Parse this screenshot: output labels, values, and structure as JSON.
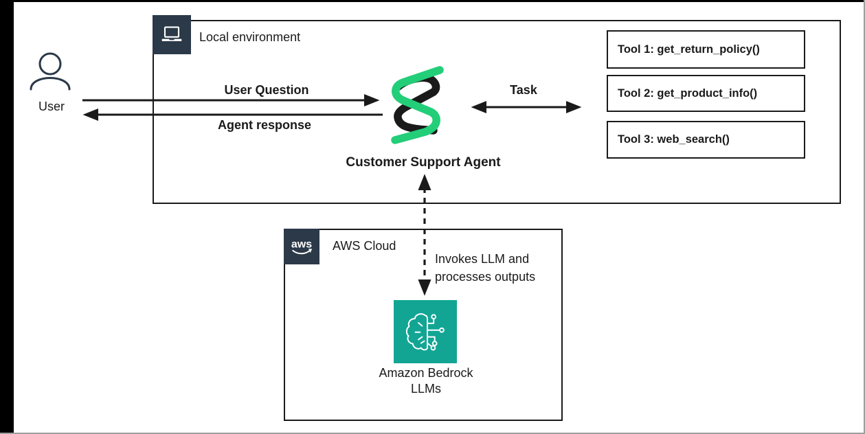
{
  "diagram_title_hidden": "",
  "user": {
    "label": "User"
  },
  "local_env": {
    "title": "Local environment",
    "agent_name": "Customer Support Agent",
    "labels": {
      "user_question": "User Question",
      "agent_response": "Agent response",
      "task": "Task"
    },
    "tools": [
      {
        "label": "Tool 1: get_return_policy()"
      },
      {
        "label": "Tool 2: get_product_info()"
      },
      {
        "label": "Tool 3: web_search()"
      }
    ]
  },
  "aws_cloud": {
    "title": "AWS Cloud",
    "logo_text": "aws",
    "invoke_line1": "Invokes LLM and",
    "invoke_line2": "processes outputs",
    "bedrock_line1": "Amazon Bedrock",
    "bedrock_line2": "LLMs"
  },
  "icons": {
    "laptop": "laptop-icon",
    "user": "user-icon",
    "aws_logo": "aws-logo-icon",
    "bedrock": "bedrock-brain-circuit-icon",
    "agent_logo": "strands-agent-logo"
  },
  "colors": {
    "badge_navy": "#2B3948",
    "bedrock_teal": "#12A594",
    "strand_green": "#22CE78",
    "strand_black": "#1A1A1A",
    "line_black": "#1a1a1a",
    "frame_gray": "#9e9e9e"
  }
}
